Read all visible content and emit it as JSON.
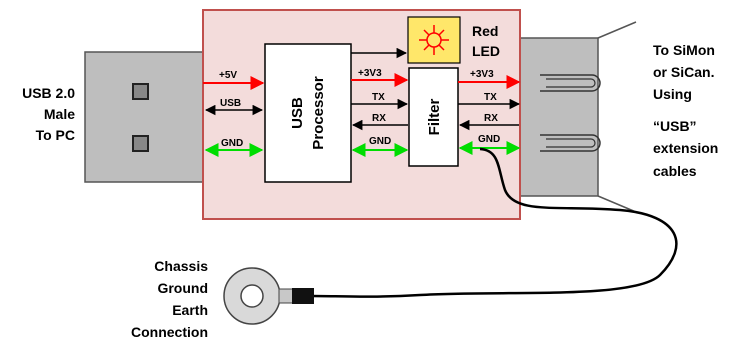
{
  "labels": {
    "usb_pc": [
      "USB 2.0",
      "Male",
      "To PC"
    ],
    "to_simon": [
      "To SiMon",
      "or SiCan.",
      "Using",
      "“USB”",
      "extension",
      "cables"
    ],
    "red_led": [
      "Red",
      "LED"
    ],
    "chassis": [
      "Chassis",
      "Ground",
      "Earth",
      "Connection"
    ]
  },
  "blocks": {
    "processor": [
      "USB",
      "Processor"
    ],
    "filter": "Filter"
  },
  "signals": {
    "plus5v": "+5V",
    "usb": "USB",
    "gnd_left": "GND",
    "plus3v3_mid": "+3V3",
    "tx_mid": "TX",
    "rx_mid": "RX",
    "gnd_mid": "GND",
    "plus3v3_right": "+3V3",
    "tx_right": "TX",
    "rx_right": "RX",
    "gnd_right": "GND"
  },
  "colors": {
    "board": "#f3dcdb",
    "board_border": "#c0504d",
    "connector": "#bebebe",
    "power_arrow": "#ff0000",
    "gnd_arrow": "#00dd00",
    "signal_arrow": "#000000",
    "led": "#ffe76a"
  }
}
